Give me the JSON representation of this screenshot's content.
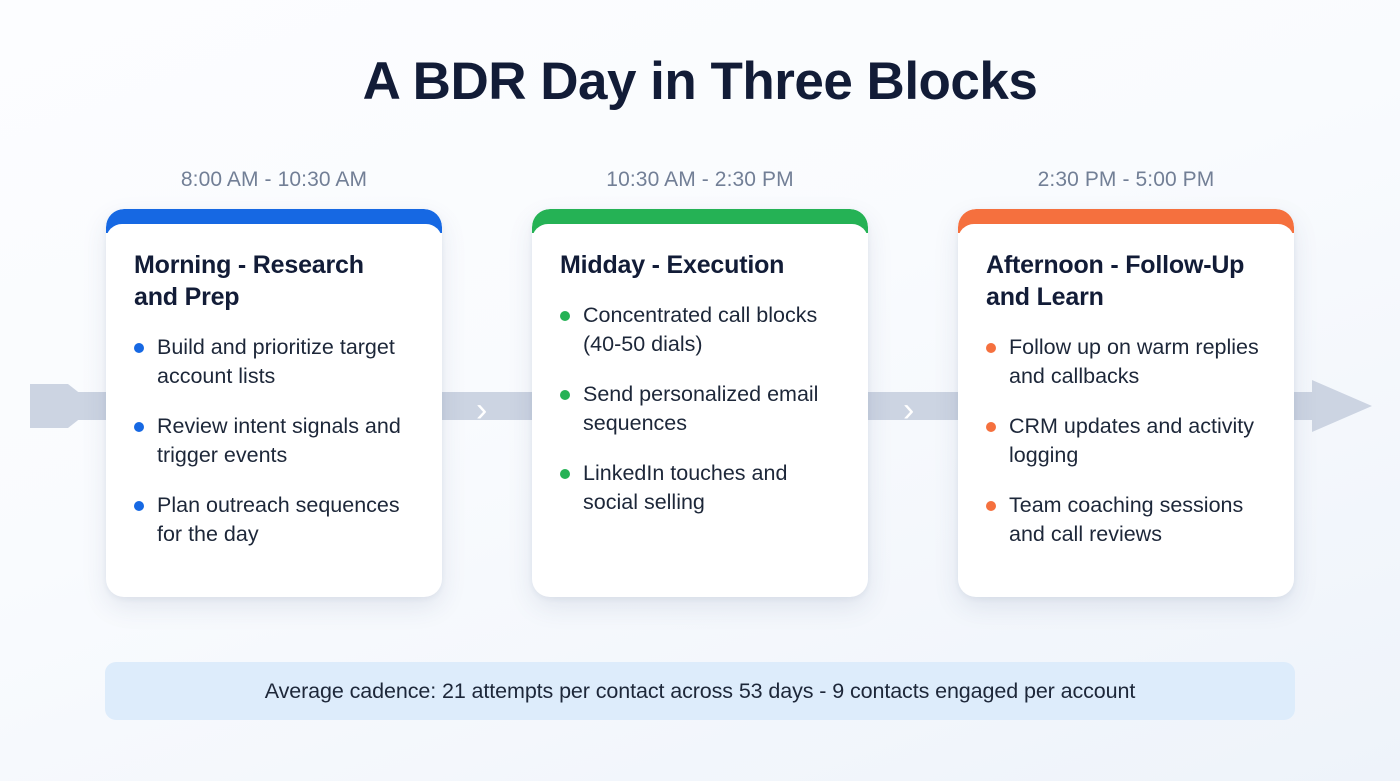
{
  "page": {
    "title": "A BDR Day in Three Blocks",
    "background_color": "#fafbfe"
  },
  "flow": {
    "connector_color": "#ccd4e2",
    "chevron_color": "#ffffff",
    "chevron_glyph": "›"
  },
  "columns": [
    {
      "time_label": "8:00 AM - 10:30 AM",
      "accent_color": "#1668e3",
      "card_title": "Morning - Research and Prep",
      "bullets": [
        "Build and prioritize target account lists",
        "Review intent signals and trigger events",
        "Plan outreach sequences for the day"
      ]
    },
    {
      "time_label": "10:30 AM - 2:30 PM",
      "accent_color": "#25b255",
      "card_title": "Midday - Execution",
      "bullets": [
        "Concentrated call blocks (40-50 dials)",
        "Send personalized email sequences",
        "LinkedIn touches and social selling"
      ]
    },
    {
      "time_label": "2:30 PM - 5:00 PM",
      "accent_color": "#f5703e",
      "card_title": "Afternoon - Follow-Up and Learn",
      "bullets": [
        "Follow up on warm replies and callbacks",
        "CRM updates and activity logging",
        "Team coaching sessions and call reviews"
      ]
    }
  ],
  "footer": {
    "text": "Average cadence: 21 attempts per contact across 53 days - 9 contacts engaged per account",
    "background_color": "#ddecfb"
  }
}
